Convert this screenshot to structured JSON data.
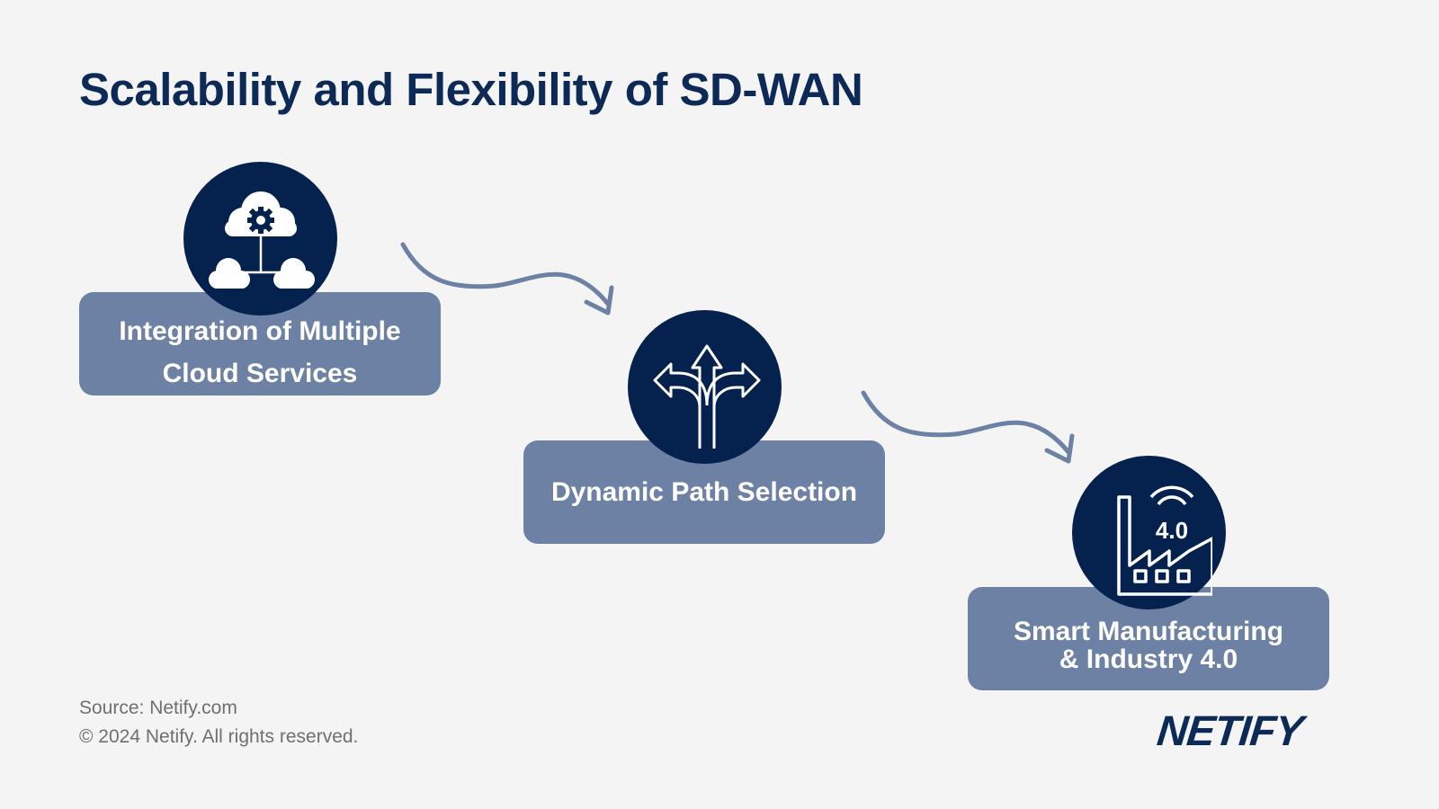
{
  "title": "Scalability and Flexibility of SD-WAN",
  "steps": [
    {
      "label_line1": "Integration of Multiple",
      "label_line2": "Cloud Services",
      "icon": "cloud-network-icon"
    },
    {
      "label": "Dynamic Path Selection",
      "icon": "split-arrows-icon"
    },
    {
      "label_line1": "Smart Manufacturing",
      "label_line2": "& Industry 4.0",
      "icon": "factory-icon",
      "icon_text": "4.0"
    }
  ],
  "footer": {
    "source": "Source: Netify.com",
    "copyright": "© 2024 Netify. All rights reserved."
  },
  "logo": "NETIFY",
  "colors": {
    "background": "#f4f4f4",
    "title": "#0d2a57",
    "circle": "#05224f",
    "card": "#6c81a3",
    "arrow": "#6c81a3",
    "footer_text": "#6f6f6f"
  }
}
